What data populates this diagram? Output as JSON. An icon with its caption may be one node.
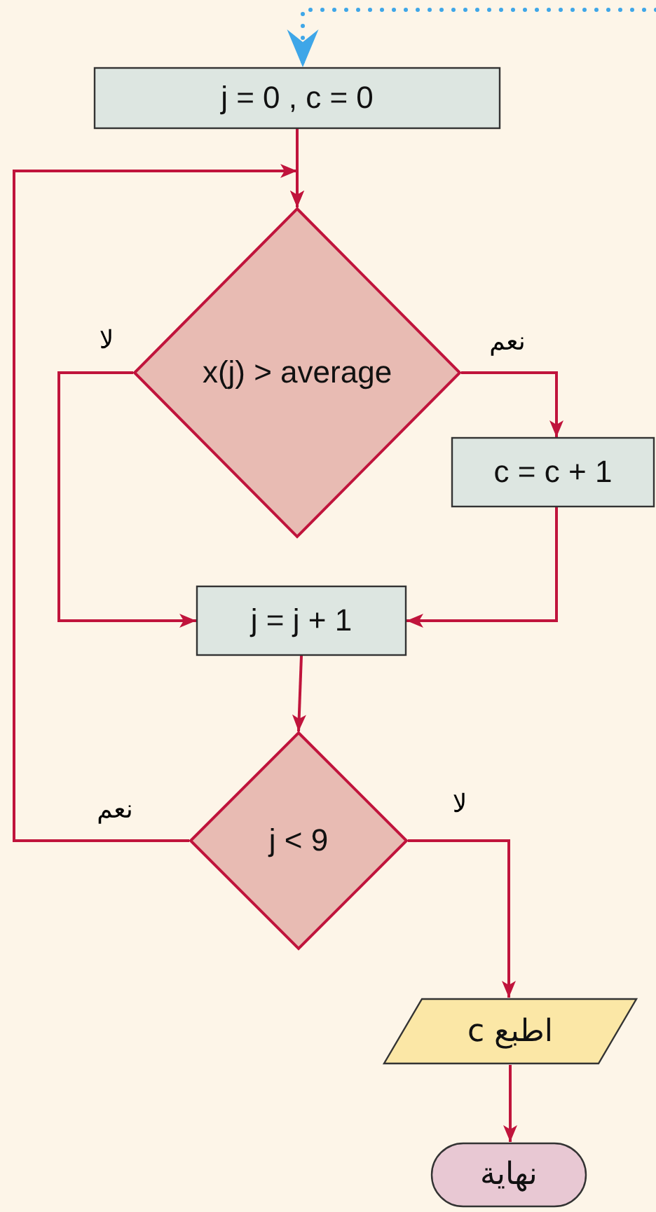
{
  "diagram": {
    "nodes": [
      {
        "text": [
          "j = 0 , c = 0"
        ]
      },
      {
        "text": [
          "x(j) > average"
        ]
      },
      {
        "text": [
          "c = c + 1"
        ]
      },
      {
        "text": [
          "j = j + 1"
        ]
      },
      {
        "text": [
          "j < 9"
        ]
      },
      {
        "text": [
          "اطبع c"
        ]
      },
      {
        "text": [
          "نهاية"
        ]
      }
    ],
    "edges": [
      {
        "from": null,
        "to": 0,
        "arrow": "to",
        "style": "dashed",
        "color": "#3ea6e8"
      },
      {
        "from": 0,
        "to": 1,
        "arrow": "to"
      },
      {
        "from": 1,
        "to": 2,
        "arrow": "to",
        "label": "نعم"
      },
      {
        "from": 1,
        "to": 3,
        "arrow": "to",
        "label": "لا"
      },
      {
        "from": 2,
        "to": 3,
        "arrow": "to"
      },
      {
        "from": 3,
        "to": 4,
        "arrow": "to"
      },
      {
        "from": 4,
        "to": 1,
        "arrow": "to",
        "label": "نعم"
      },
      {
        "from": 4,
        "to": 5,
        "arrow": "to",
        "label": "لا"
      },
      {
        "from": 5,
        "to": 6,
        "arrow": "to"
      }
    ]
  }
}
